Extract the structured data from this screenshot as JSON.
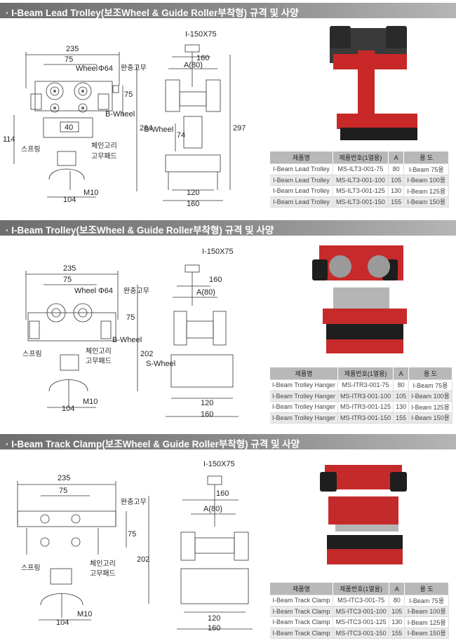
{
  "sections": [
    {
      "title": "· I-Beam Lead Trolley(보조Wheel & Guide Roller부착형) 규격 및 사양",
      "front": {
        "w235": "235",
        "w75": "75",
        "wheel": "Wheel",
        "phi": "Φ64",
        "rubber": "완충고무",
        "h75": "75",
        "bwheel": "B-Wheel",
        "h40": "40",
        "spring": "스프링",
        "chainrubber": "체인고리",
        "pad": "고무패드",
        "m10": "M10",
        "w104": "104",
        "h114": "114",
        "h284": "284"
      },
      "side": {
        "beam": "I-150X75",
        "w160top": "160",
        "a80": "A(80)",
        "swheel": "S-Wheel",
        "h74": "74",
        "h297": "297",
        "w120": "120",
        "w160": "160"
      },
      "table": {
        "headers": [
          "제품명",
          "제품번호(1열용)",
          "A",
          "용 도"
        ],
        "rows": [
          [
            "I-Beam Lead Trolley",
            "MS-ILT3-001-75",
            "80",
            "I-Beam 75용"
          ],
          [
            "I-Beam Lead Trolley",
            "MS-ILT3-001-100",
            "105",
            "I-Beam 100용"
          ],
          [
            "I-Beam Lead Trolley",
            "MS-ILT3-001-125",
            "130",
            "I-Beam 125용"
          ],
          [
            "I-Beam Lead Trolley",
            "MS-ILT3-001-150",
            "155",
            "I-Beam 150용"
          ]
        ]
      }
    },
    {
      "title": "· I-Beam Trolley(보조Wheel & Guide Roller부착형) 규격 및 사양",
      "front": {
        "w235": "235",
        "w75": "75",
        "wheel": "Wheel",
        "phi": "Φ64",
        "rubber": "완충고무",
        "h75": "75",
        "bwheel": "B-Wheel",
        "spring": "스프링",
        "chainrubber": "체인고리",
        "pad": "고무패드",
        "m10": "M10",
        "w104": "104",
        "h202": "202"
      },
      "side": {
        "beam": "I-150X75",
        "w160top": "160",
        "a80": "A(80)",
        "swheel": "S-Wheel",
        "w120": "120",
        "w160": "160"
      },
      "table": {
        "headers": [
          "제품명",
          "제품번호(1열용)",
          "A",
          "용 도"
        ],
        "rows": [
          [
            "I-Beam Trolley Hanger",
            "MS-ITR3-001-75",
            "80",
            "I-Beam 75용"
          ],
          [
            "I-Beam Trolley Hanger",
            "MS-ITR3-001-100",
            "105",
            "I-Beam 100용"
          ],
          [
            "I-Beam Trolley Hanger",
            "MS-ITR3-001-125",
            "130",
            "I-Beam 125용"
          ],
          [
            "I-Beam Trolley Hanger",
            "MS-ITR3-001-150",
            "155",
            "I-Beam 150용"
          ]
        ]
      }
    },
    {
      "title": "· I-Beam Track Clamp(보조Wheel & Guide Roller부착형) 규격 및 사양",
      "front": {
        "w235": "235",
        "w75": "75",
        "rubber": "완충고무",
        "h75": "75",
        "spring": "스프링",
        "chainrubber": "체인고리",
        "pad": "고무패드",
        "m10": "M10",
        "w104": "104",
        "h202": "202"
      },
      "side": {
        "beam": "I-150X75",
        "w160top": "160",
        "a80": "A(80)",
        "w120": "120",
        "w160": "160"
      },
      "table": {
        "headers": [
          "제품명",
          "제품번호(1열용)",
          "A",
          "용 도"
        ],
        "rows": [
          [
            "I-Beam Track Clamp",
            "MS-ITC3-001-75",
            "80",
            "I-Beam 75용"
          ],
          [
            "I-Beam Track Clamp",
            "MS-ITC3-001-100",
            "105",
            "I-Beam 100용"
          ],
          [
            "I-Beam Track Clamp",
            "MS-ITC3-001-125",
            "130",
            "I-Beam 125용"
          ],
          [
            "I-Beam Track Clamp",
            "MS-ITC3-001-150",
            "155",
            "I-Beam 150용"
          ]
        ]
      }
    }
  ]
}
